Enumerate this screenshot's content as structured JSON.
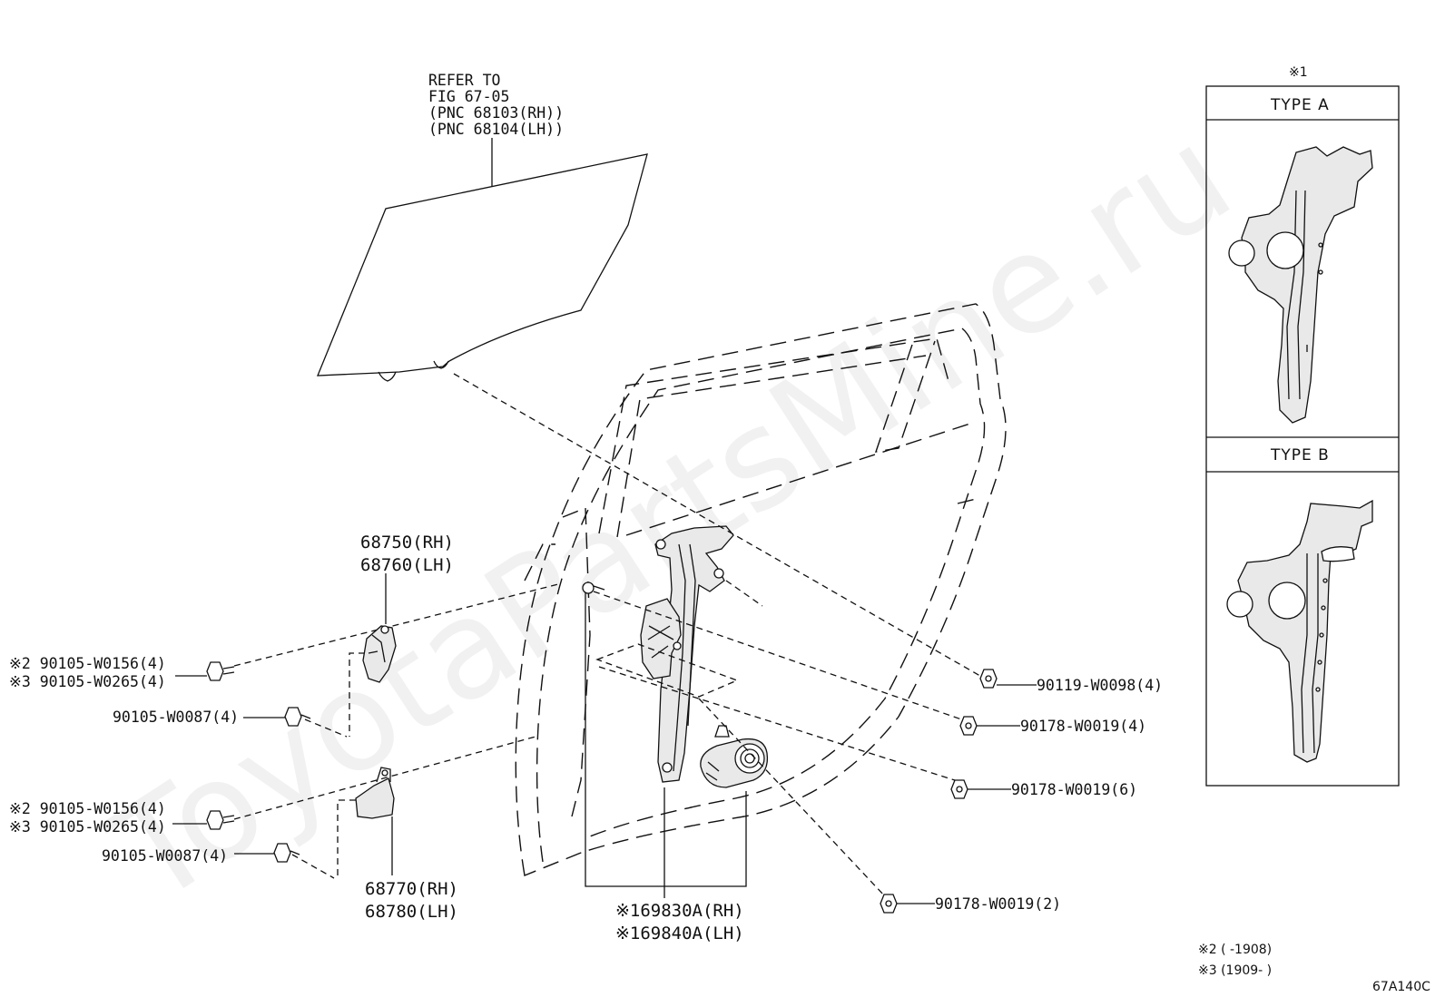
{
  "watermark": "ToyotaPartsMine.ru",
  "glass": {
    "refer": [
      "REFER TO",
      "FIG 67-05",
      "(PNC 68103(RH))",
      "(PNC 68104(LH))"
    ]
  },
  "upper_hinge": {
    "rh": "68750(RH)",
    "lh": "68760(LH)"
  },
  "lower_hinge": {
    "rh": "68770(RH)",
    "lh": "68780(LH)"
  },
  "regulator": {
    "rh": "※169830A(RH)",
    "lh": "※169840A(LH)"
  },
  "bolts_upper": {
    "line1": "※2 90105-W0156(4)",
    "line2": "※3 90105-W0265(4)",
    "line3": "90105-W0087(4)"
  },
  "bolts_lower": {
    "line1": "※2 90105-W0156(4)",
    "line2": "※3 90105-W0265(4)",
    "line3": "90105-W0087(4)"
  },
  "right_parts": {
    "p1": "90119-W0098(4)",
    "p2": "90178-W0019(4)",
    "p3": "90178-W0019(6)",
    "p4": "90178-W0019(2)"
  },
  "inset": {
    "note": "※1",
    "type_a": "TYPE A",
    "type_b": "TYPE B"
  },
  "footnotes": {
    "n2": "※2 (      -1908)",
    "n3": "※3 (1909-      )"
  },
  "fig_id": "67A140C"
}
